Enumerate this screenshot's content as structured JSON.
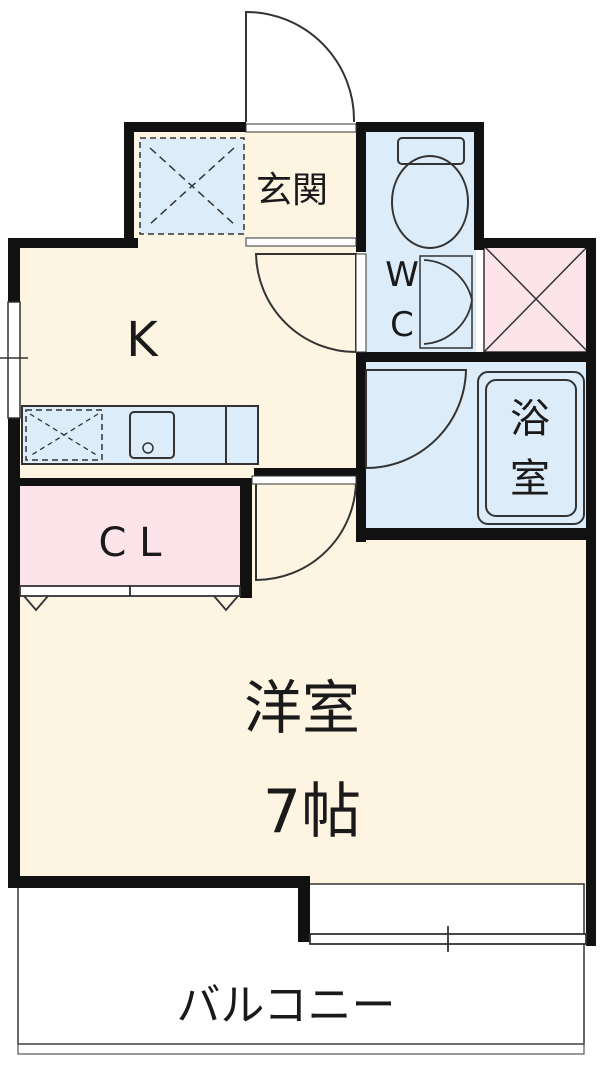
{
  "rooms": {
    "entrance": "玄関",
    "kitchen": "K",
    "toilet": {
      "line1": "W",
      "line2": "C"
    },
    "bath": {
      "line1": "浴",
      "line2": "室"
    },
    "closet": "C L",
    "western_room": "洋室",
    "room_size": "7帖",
    "balcony": "バルコニー"
  },
  "colors": {
    "wall": "#111111",
    "main_floor": "#fdf4e2",
    "wet_area": "#dcecf8",
    "closet": "#fce4ea",
    "storage_x": "#fce4ea",
    "balcony": "#ffffff"
  }
}
